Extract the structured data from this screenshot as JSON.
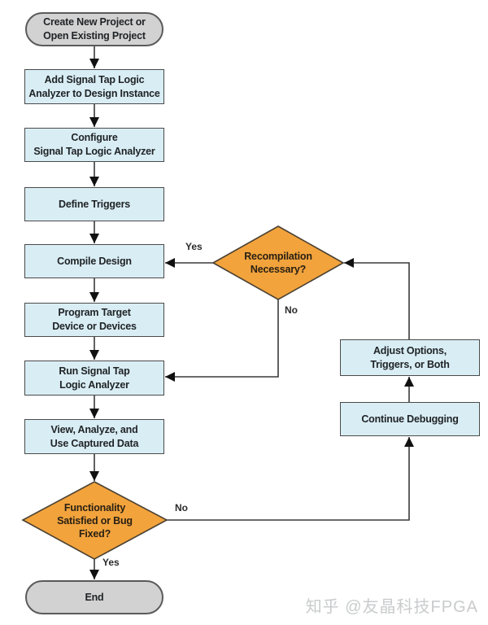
{
  "nodes": {
    "start": {
      "label": "Create New Project or\nOpen Existing Project",
      "type": "terminator"
    },
    "add_analyzer": {
      "label": "Add Signal Tap Logic\nAnalyzer to Design Instance",
      "type": "process"
    },
    "configure": {
      "label": "Configure\nSignal Tap Logic Analyzer",
      "type": "process"
    },
    "define_triggers": {
      "label": "Define Triggers",
      "type": "process"
    },
    "compile": {
      "label": "Compile Design",
      "type": "process"
    },
    "program": {
      "label": "Program Target\nDevice or Devices",
      "type": "process"
    },
    "run": {
      "label": "Run Signal Tap\nLogic Analyzer",
      "type": "process"
    },
    "view": {
      "label": "View, Analyze, and\nUse Captured Data",
      "type": "process"
    },
    "functionality": {
      "label": "Functionality\nSatisfied or Bug\nFixed?",
      "type": "decision"
    },
    "end": {
      "label": "End",
      "type": "terminator"
    },
    "recompilation": {
      "label": "Recompilation\nNecessary?",
      "type": "decision"
    },
    "adjust": {
      "label": "Adjust Options,\nTriggers, or Both",
      "type": "process"
    },
    "continue": {
      "label": "Continue Debugging",
      "type": "process"
    }
  },
  "edge_labels": {
    "recompile_yes": "Yes",
    "recompile_no": "No",
    "functionality_no": "No",
    "functionality_yes": "Yes"
  },
  "colors": {
    "process_fill": "#d9edf4",
    "terminator_fill": "#d2d2d2",
    "decision_fill": "#f2a33c",
    "shape_border": "#4a4a4a",
    "line": "#3a3a3a",
    "arrowhead": "#111111"
  },
  "watermark": "知乎 @友晶科技FPGA"
}
